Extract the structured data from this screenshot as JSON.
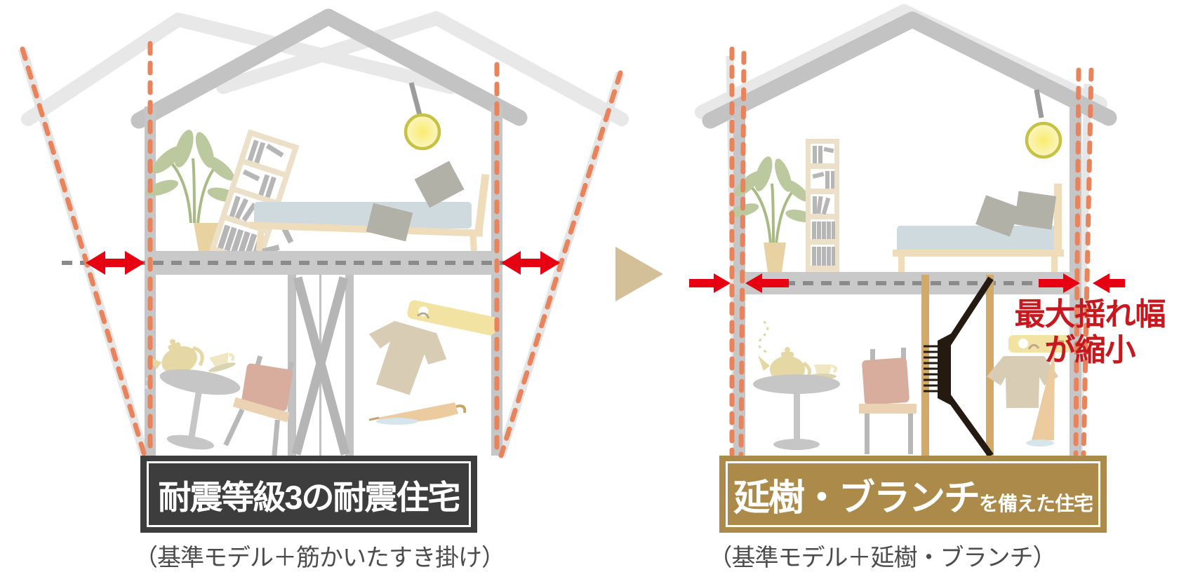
{
  "diagram": {
    "left_house": {
      "label": "耐震等級3の耐震住宅",
      "caption": "（基準モデル＋筋かいたすき掛け）"
    },
    "right_house": {
      "label_emphasis": "延樹・ブランチ",
      "label_rest": "を備えた住宅",
      "caption": "（基準モデル＋延樹・ブランチ）",
      "annotation_line1": "最大揺れ幅",
      "annotation_line2": "が縮小"
    },
    "colors": {
      "sway_dash_orange": "#e8835b",
      "sway_arrow_red": "#e60012",
      "annotation_red": "#c6181e",
      "label_dark_bg": "#3e3d3d",
      "label_gold_bg": "#ac8a4a",
      "transition_arrow_beige": "#d3c099",
      "roof_gray": "#c3c3c3",
      "ghost_gray": "#e8e8e8"
    }
  }
}
